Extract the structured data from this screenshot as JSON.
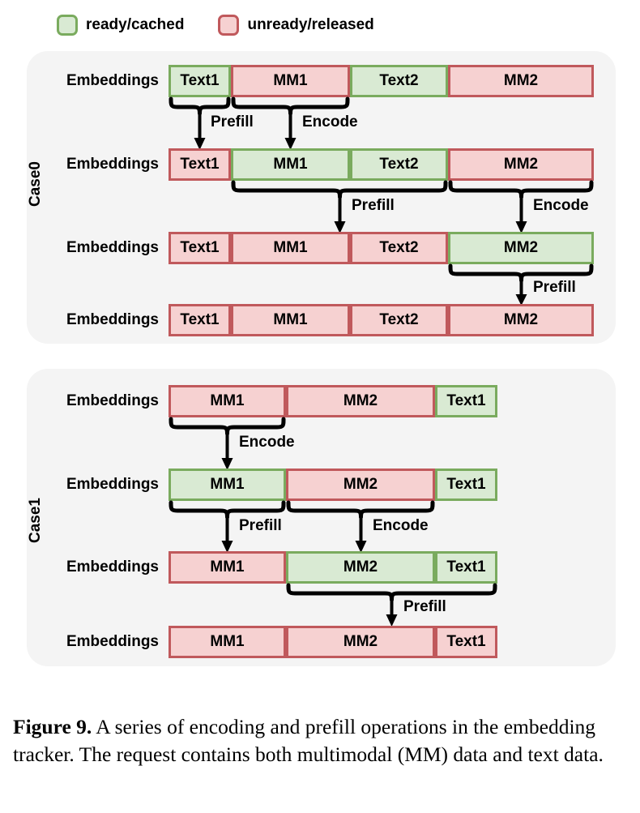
{
  "legend": {
    "items": [
      {
        "name": "ready-cached",
        "label": "ready/cached",
        "color": "#d9ead3",
        "border": "#7aab5e"
      },
      {
        "name": "unready-released",
        "label": "unready/released",
        "color": "#f6d1d1",
        "border": "#c0595c"
      }
    ]
  },
  "colors": {
    "ready_fill": "#d9ead3",
    "ready_border": "#7aab5e",
    "unready_fill": "#f6d1d1",
    "unready_border": "#c0595c",
    "panel_bg": "#f4f4f4",
    "page_bg": "#ffffff",
    "arrow": "#000000"
  },
  "cases": [
    {
      "name": "case0",
      "label": "Case0",
      "rows": [
        {
          "label": "Embeddings",
          "segments": [
            {
              "text": "Text1",
              "state": "ready"
            },
            {
              "text": "MM1",
              "state": "unready"
            },
            {
              "text": "Text2",
              "state": "ready"
            },
            {
              "text": "MM2",
              "state": "unready"
            }
          ]
        },
        {
          "label": "Embeddings",
          "segments": [
            {
              "text": "Text1",
              "state": "unready"
            },
            {
              "text": "MM1",
              "state": "ready"
            },
            {
              "text": "Text2",
              "state": "ready"
            },
            {
              "text": "MM2",
              "state": "unready"
            }
          ]
        },
        {
          "label": "Embeddings",
          "segments": [
            {
              "text": "Text1",
              "state": "unready"
            },
            {
              "text": "MM1",
              "state": "unready"
            },
            {
              "text": "Text2",
              "state": "unready"
            },
            {
              "text": "MM2",
              "state": "ready"
            }
          ]
        },
        {
          "label": "Embeddings",
          "segments": [
            {
              "text": "Text1",
              "state": "unready"
            },
            {
              "text": "MM1",
              "state": "unready"
            },
            {
              "text": "Text2",
              "state": "unready"
            },
            {
              "text": "MM2",
              "state": "unready"
            }
          ]
        }
      ],
      "operations": [
        {
          "label": "Prefill",
          "from_row": 0,
          "to_row": 1,
          "span": "Text1"
        },
        {
          "label": "Encode",
          "from_row": 0,
          "to_row": 1,
          "span": "MM1"
        },
        {
          "label": "Prefill",
          "from_row": 1,
          "to_row": 2,
          "span": "MM1+Text2"
        },
        {
          "label": "Encode",
          "from_row": 1,
          "to_row": 2,
          "span": "MM2"
        },
        {
          "label": "Prefill",
          "from_row": 2,
          "to_row": 3,
          "span": "MM2"
        }
      ]
    },
    {
      "name": "case1",
      "label": "Case1",
      "rows": [
        {
          "label": "Embeddings",
          "segments": [
            {
              "text": "MM1",
              "state": "unready"
            },
            {
              "text": "MM2",
              "state": "unready"
            },
            {
              "text": "Text1",
              "state": "ready"
            }
          ]
        },
        {
          "label": "Embeddings",
          "segments": [
            {
              "text": "MM1",
              "state": "ready"
            },
            {
              "text": "MM2",
              "state": "unready"
            },
            {
              "text": "Text1",
              "state": "ready"
            }
          ]
        },
        {
          "label": "Embeddings",
          "segments": [
            {
              "text": "MM1",
              "state": "unready"
            },
            {
              "text": "MM2",
              "state": "ready"
            },
            {
              "text": "Text1",
              "state": "ready"
            }
          ]
        },
        {
          "label": "Embeddings",
          "segments": [
            {
              "text": "MM1",
              "state": "unready"
            },
            {
              "text": "MM2",
              "state": "unready"
            },
            {
              "text": "Text1",
              "state": "unready"
            }
          ]
        }
      ],
      "operations": [
        {
          "label": "Encode",
          "from_row": 0,
          "to_row": 1,
          "span": "MM1"
        },
        {
          "label": "Prefill",
          "from_row": 1,
          "to_row": 2,
          "span": "MM1"
        },
        {
          "label": "Encode",
          "from_row": 1,
          "to_row": 2,
          "span": "MM2"
        },
        {
          "label": "Prefill",
          "from_row": 2,
          "to_row": 3,
          "span": "MM2+Text1"
        }
      ]
    }
  ],
  "caption": {
    "figure_number": "Figure 9.",
    "text": " A series of encoding and prefill operations in the embedding tracker. The request contains both multimodal (MM) data and text data."
  }
}
